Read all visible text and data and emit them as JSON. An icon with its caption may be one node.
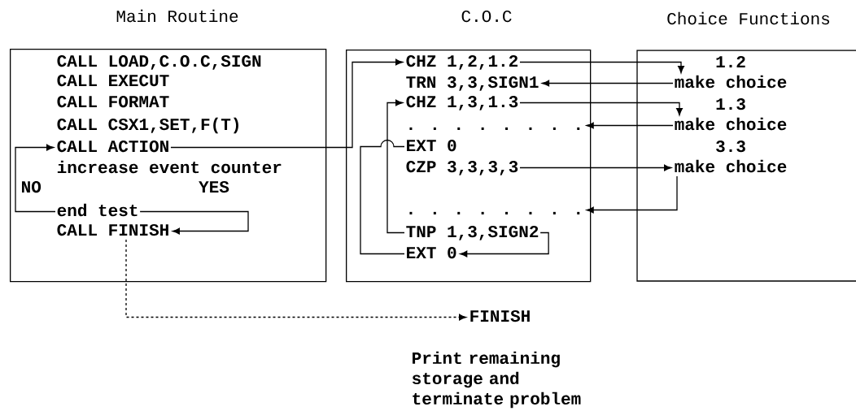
{
  "diagram": {
    "nodes": [
      {
        "text": [
          "Main Routine",
          "CALL LOAD,C.O.C,SIGN",
          "CALL EXECUT",
          "CALL FORMAT",
          "CALL CSX1,SET,F(T)",
          "increase event counter"
        ]
      },
      {
        "text": [
          "CALL ACTION"
        ],
        "in": 0
      },
      {
        "text": [
          "end test"
        ],
        "in": 0
      },
      {
        "text": [
          "CALL FINISH"
        ],
        "in": 0
      },
      {
        "text": [
          "C.O.C"
        ]
      },
      {
        "text": [
          "CHZ 1,2,1.2"
        ],
        "in": 4
      },
      {
        "text": [
          "TRN 3,3,SIGN1"
        ],
        "in": 4
      },
      {
        "text": [
          "CHZ 1,3,1.3"
        ],
        "in": 4
      },
      {
        "text": [
          ". . . . . . . ."
        ],
        "in": 4
      },
      {
        "text": [
          "EXT 0"
        ],
        "in": 4
      },
      {
        "text": [
          "CZP 3,3,3,3"
        ],
        "in": 4
      },
      {
        "text": [
          ". . . . . . . ."
        ],
        "in": 4
      },
      {
        "text": [
          "TNP 1,3,SIGN2"
        ],
        "in": 4
      },
      {
        "text": [
          "EXT 0"
        ],
        "in": 4
      },
      {
        "text": [
          "Choice Functions"
        ]
      },
      {
        "text": [
          "1.2",
          "make choice"
        ],
        "in": 14
      },
      {
        "text": [
          "1.3",
          "make choice"
        ],
        "in": 14
      },
      {
        "text": [
          "3.3",
          "make choice"
        ],
        "in": 14
      },
      {
        "text": [
          "FINISH"
        ],
        "beside": [
          "Print remaining storage and terminate problem"
        ]
      }
    ],
    "edges": [
      {
        "from": 2,
        "to": 1,
        "arrow": "to",
        "label": "NO"
      },
      {
        "from": 2,
        "to": 3,
        "arrow": "to",
        "label": "YES"
      },
      {
        "from": 1,
        "to": 5,
        "arrow": "to"
      },
      {
        "from": 3,
        "to": 18,
        "arrow": "to",
        "style": "dashed"
      },
      {
        "from": 5,
        "to": 15,
        "arrow": "to"
      },
      {
        "from": 15,
        "to": 6,
        "arrow": "to"
      },
      {
        "from": 7,
        "to": 16,
        "arrow": "to"
      },
      {
        "from": 16,
        "to": 8,
        "arrow": "to"
      },
      {
        "from": 10,
        "to": 17,
        "arrow": "to"
      },
      {
        "from": 17,
        "to": 11,
        "arrow": "to"
      },
      {
        "from": 12,
        "to": 7,
        "arrow": "to"
      },
      {
        "from": 12,
        "to": 13,
        "arrow": "to"
      },
      {
        "from": 9,
        "to": 13,
        "arrow": "none"
      }
    ]
  }
}
